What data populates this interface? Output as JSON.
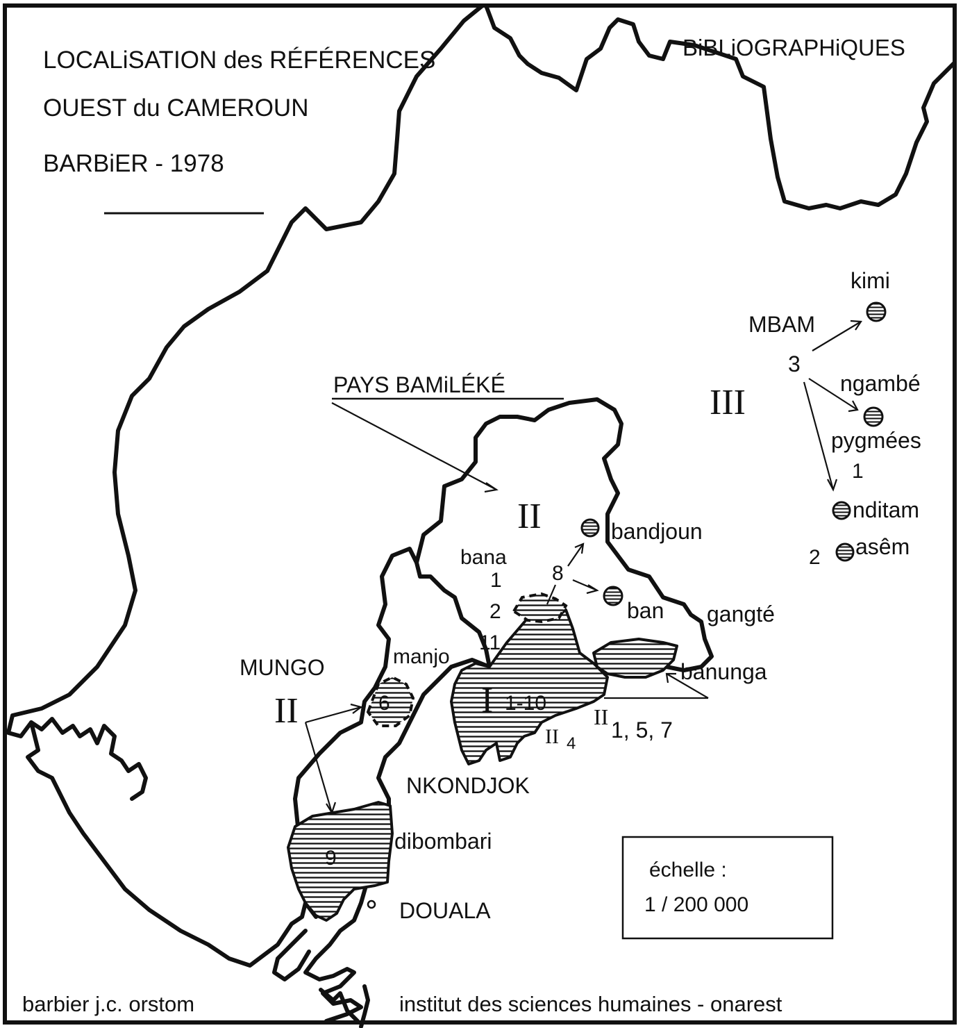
{
  "title": {
    "line1_left": "LOCALiSATION des RÉFÉRENCES",
    "line1_right": "BiBLiOGRAPHiQUES",
    "line2": "OUEST du CAMEROUN",
    "line3": "BARBiER - 1978"
  },
  "regions": {
    "pays_bamileke": "PAYS BAMiLÉKÉ",
    "mbam": "MBAM",
    "mungo": "MUNGO",
    "nkondjok": "NKONDJOK",
    "douala": "DOUALA"
  },
  "roman_labels": {
    "iii": "III",
    "ii_center": "II",
    "ii_mungo": "II",
    "i_main": "I",
    "ii_four": "II",
    "ii_banunga": "II"
  },
  "places": {
    "kimi": "kimi",
    "ngambe": "ngambé",
    "pygmees": "pygmées",
    "nditam": "nditam",
    "asem": "asêm",
    "bandjoun": "bandjoun",
    "bana": "bana",
    "ban": "ban",
    "gangte": "gangté",
    "manjo": "manjo",
    "banunga": "banunga",
    "dibombari": "dibombari"
  },
  "reference_numbers": {
    "mbam_3": "3",
    "pygmees_1": "1",
    "asem_2": "2",
    "bana_1": "1",
    "bana_2": "2",
    "bana_8": "8",
    "bana_11": "11",
    "mungo_6": "6",
    "main_1_10": "1-10",
    "ii_4_sub": "4",
    "banunga_refs": "1, 5, 7",
    "dibombari_9": "9"
  },
  "scale": {
    "label": "échelle :",
    "value": "1 / 200 000"
  },
  "footer": {
    "left": "barbier j.c. orstom",
    "right": "institut des sciences humaines - onarest"
  },
  "legend_symbols": {
    "area_fill": "horizontal-hatching",
    "site_marker": "hatched-circle"
  }
}
